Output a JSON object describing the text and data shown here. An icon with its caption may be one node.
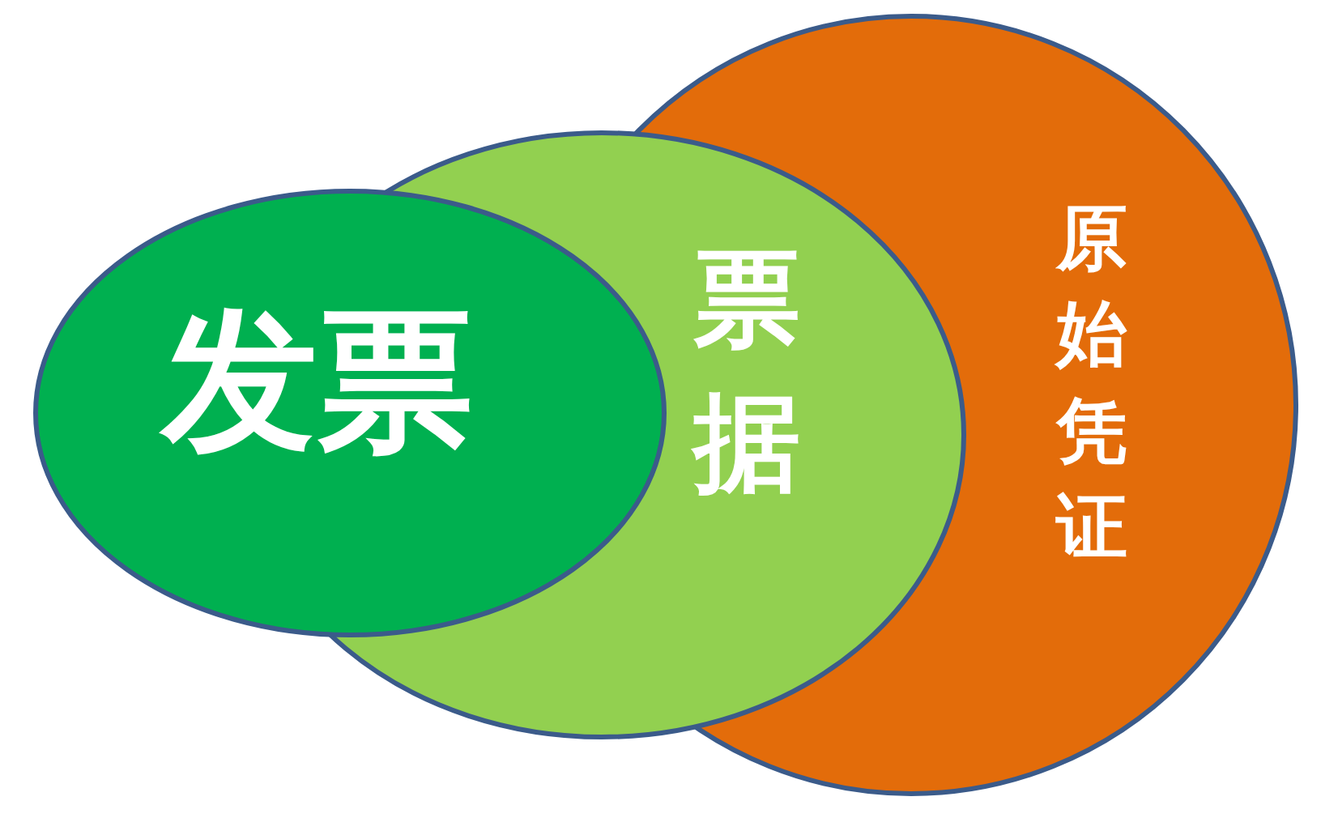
{
  "diagram": {
    "nodes": [
      {
        "text": [
          "发票"
        ]
      },
      {
        "text": [
          "票据"
        ]
      },
      {
        "text": [
          "原始凭证"
        ]
      }
    ]
  }
}
